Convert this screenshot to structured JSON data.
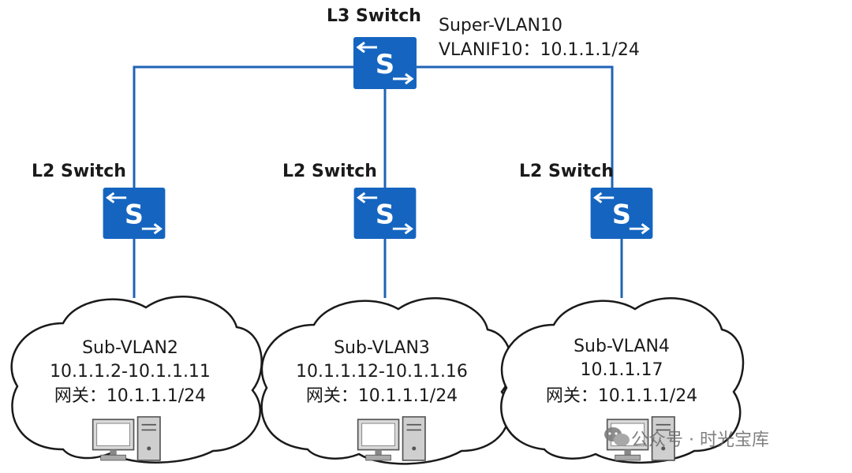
{
  "colors": {
    "link": "#1f63b5",
    "switch_fill": "#1565c0",
    "switch_glyph": "#ffffff",
    "cloud_stroke": "#1a1a1a",
    "text": "#1a1a1a",
    "watermark": "#6a6a6a"
  },
  "l3_switch": {
    "label": "L3 Switch",
    "glyph": "S",
    "super_vlan": "Super-VLAN10",
    "vlanif": "VLANIF10：10.1.1.1/24"
  },
  "l2_switches": [
    {
      "label": "L2 Switch",
      "glyph": "S",
      "sub_vlan": "Sub-VLAN2",
      "range": "10.1.1.2-10.1.1.11",
      "gateway": "网关：10.1.1.1/24"
    },
    {
      "label": "L2 Switch",
      "glyph": "S",
      "sub_vlan": "Sub-VLAN3",
      "range": "10.1.1.12-10.1.1.16",
      "gateway": "网关：10.1.1.1/24"
    },
    {
      "label": "L2 Switch",
      "glyph": "S",
      "sub_vlan": "Sub-VLAN4",
      "range": "10.1.1.17",
      "gateway": "网关：10.1.1.1/24"
    }
  ],
  "icons": {
    "switch": "switch-icon",
    "computer": "computer-icon",
    "watermark": "wechat-icon"
  },
  "watermark": {
    "text": "公众号 · 时光宝库"
  }
}
